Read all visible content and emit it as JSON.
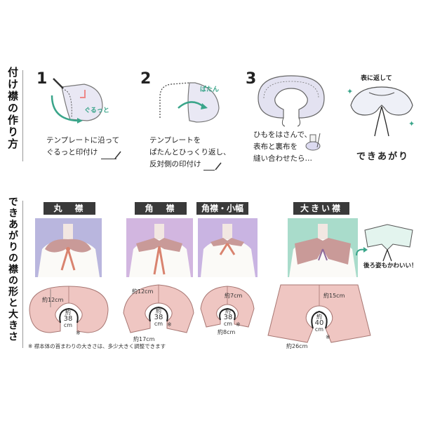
{
  "section1": {
    "title": "付け襟の作り方",
    "steps": [
      {
        "num": "1",
        "line1": "テンプレートに沿って",
        "line2": "ぐるっと印付け",
        "arrow_label": "ぐるっと"
      },
      {
        "num": "2",
        "line1": "テンプレートを",
        "line2": "ぱたんとひっくり返し、",
        "line3": "反対側の印付け",
        "arrow_label": "ぱたん"
      },
      {
        "num": "3",
        "line1": "ひもをはさんで、",
        "line2": "表布と裏布を",
        "line3": "縫い合わせたら…"
      }
    ],
    "finish_top": "表に返して",
    "finish_label": "できあがり"
  },
  "section2": {
    "title": "できあがりの襟の形と大きさ",
    "types": [
      {
        "label": "丸　襟",
        "width_dim": "約12cm",
        "neck_dim1": "約",
        "neck_dim2": "38",
        "neck_dim3": "cm",
        "mark": "※",
        "photo_bg": "#b9b6de"
      },
      {
        "label": "角　襟",
        "width_dim": "約12cm",
        "neck_dim1": "約",
        "neck_dim2": "38",
        "neck_dim3": "cm",
        "mark": "※",
        "bottom_dim": "約17cm",
        "photo_bg": "#d2b6e0"
      },
      {
        "label": "角襟・小幅",
        "width_dim": "約7cm",
        "neck_dim1": "約",
        "neck_dim2": "38",
        "neck_dim3": "cm",
        "mark": "※",
        "bottom_dim": "約8cm",
        "photo_bg": "#c9b4e2"
      },
      {
        "label": "大きい襟",
        "width_dim": "約15cm",
        "neck_dim1": "約",
        "neck_dim2": "40",
        "neck_dim3": "cm",
        "mark": "※",
        "bottom_dim": "約26cm",
        "photo_bg": "#a9dccb"
      }
    ],
    "back_label": "後ろ姿もかわいい！",
    "footnote": "※ 襟本体の首まわりの大きさは、多少大きく調整できます"
  },
  "colors": {
    "collar_pink": "#efc6c2",
    "collar_stroke": "#a77672",
    "template_fill": "#dcdaf0",
    "accent_green": "#3aa58a",
    "ribbon": "#d9836f"
  }
}
